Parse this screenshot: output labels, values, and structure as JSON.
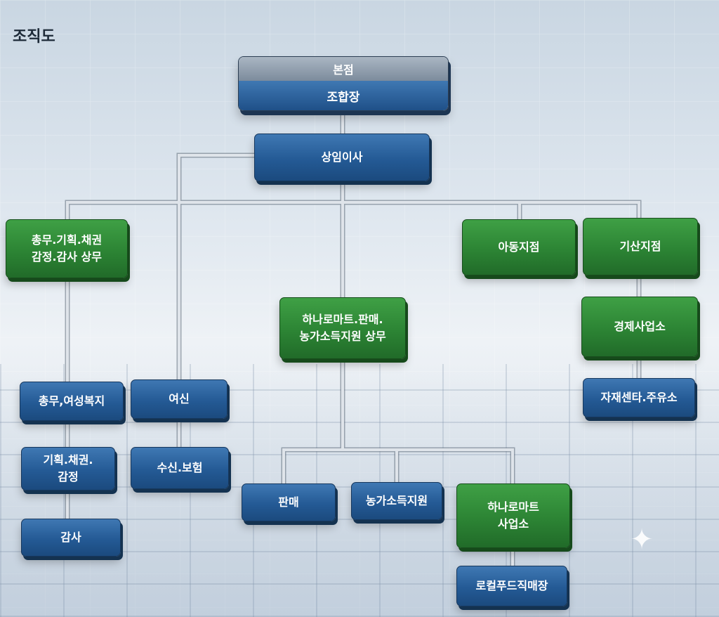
{
  "title": "조직도",
  "root": {
    "top_label": "본점",
    "bottom_label": "조합장"
  },
  "nodes": {
    "executive_director": "상임이사",
    "general_affairs_director": "총무.기획.채권\n감정.감사 상무",
    "hanaro_director": "하나로마트.판매.\n농가소득지원 상무",
    "adong_branch": "아동지점",
    "gisan_branch": "기산지점",
    "economic_office": "경제사업소",
    "materials_center": "자재센타.주유소",
    "general_welfare": "총무,여성복지",
    "planning_bonds": "기획.채권.\n감정",
    "audit": "감사",
    "credit": "여신",
    "deposit_insurance": "수신.보험",
    "sales": "판매",
    "farm_income": "농가소득지원",
    "hanaro_office": "하나로마트\n사업소",
    "local_food": "로컬푸드직매장"
  },
  "colors": {
    "blue_box": "#245a95",
    "green_box": "#2c8434",
    "connector": "#c4ccd5"
  }
}
